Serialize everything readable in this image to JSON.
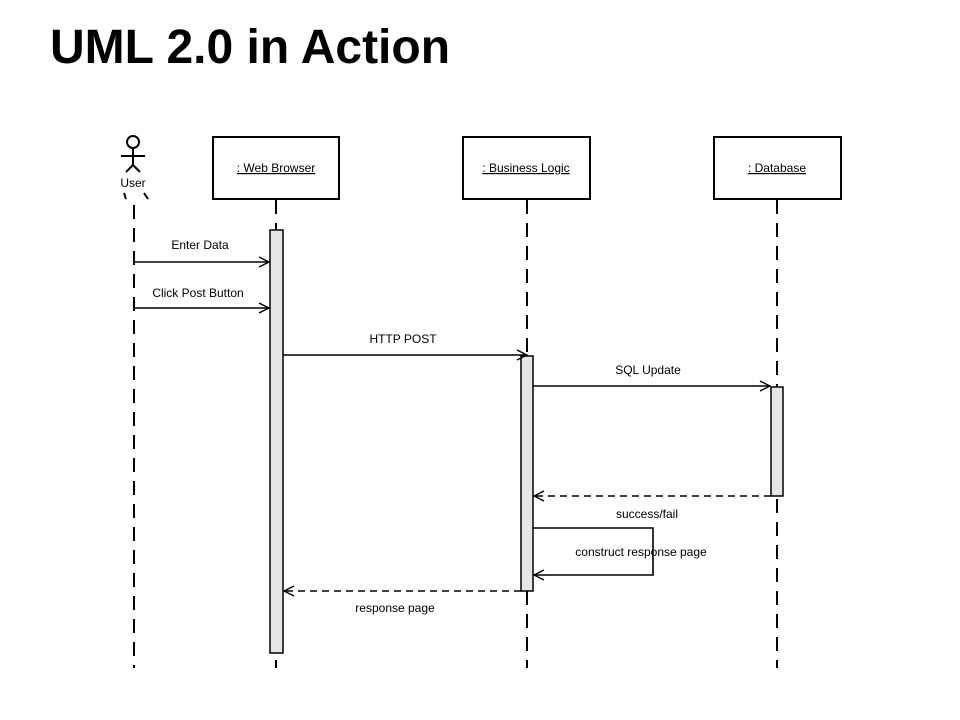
{
  "slide": {
    "title": "UML 2.0 in Action"
  },
  "diagram": {
    "actor": {
      "label": "User"
    },
    "lifelines": [
      {
        "id": "browser",
        "label": ": Web Browser"
      },
      {
        "id": "logic",
        "label": ": Business Logic"
      },
      {
        "id": "db",
        "label": ": Database"
      }
    ],
    "messages": [
      {
        "id": "enter-data",
        "label": "Enter Data",
        "from": "user",
        "to": "browser",
        "kind": "sync"
      },
      {
        "id": "click-post",
        "label": "Click Post Button",
        "from": "user",
        "to": "browser",
        "kind": "sync"
      },
      {
        "id": "http-post",
        "label": "HTTP POST",
        "from": "browser",
        "to": "logic",
        "kind": "sync"
      },
      {
        "id": "sql-update",
        "label": "SQL Update",
        "from": "logic",
        "to": "db",
        "kind": "sync"
      },
      {
        "id": "success-fail",
        "label": "success/fail",
        "from": "db",
        "to": "logic",
        "kind": "return"
      },
      {
        "id": "construct-page",
        "label": "construct response page",
        "from": "logic",
        "to": "logic",
        "kind": "self"
      },
      {
        "id": "response-page",
        "label": "response page",
        "from": "logic",
        "to": "browser",
        "kind": "return"
      }
    ]
  }
}
